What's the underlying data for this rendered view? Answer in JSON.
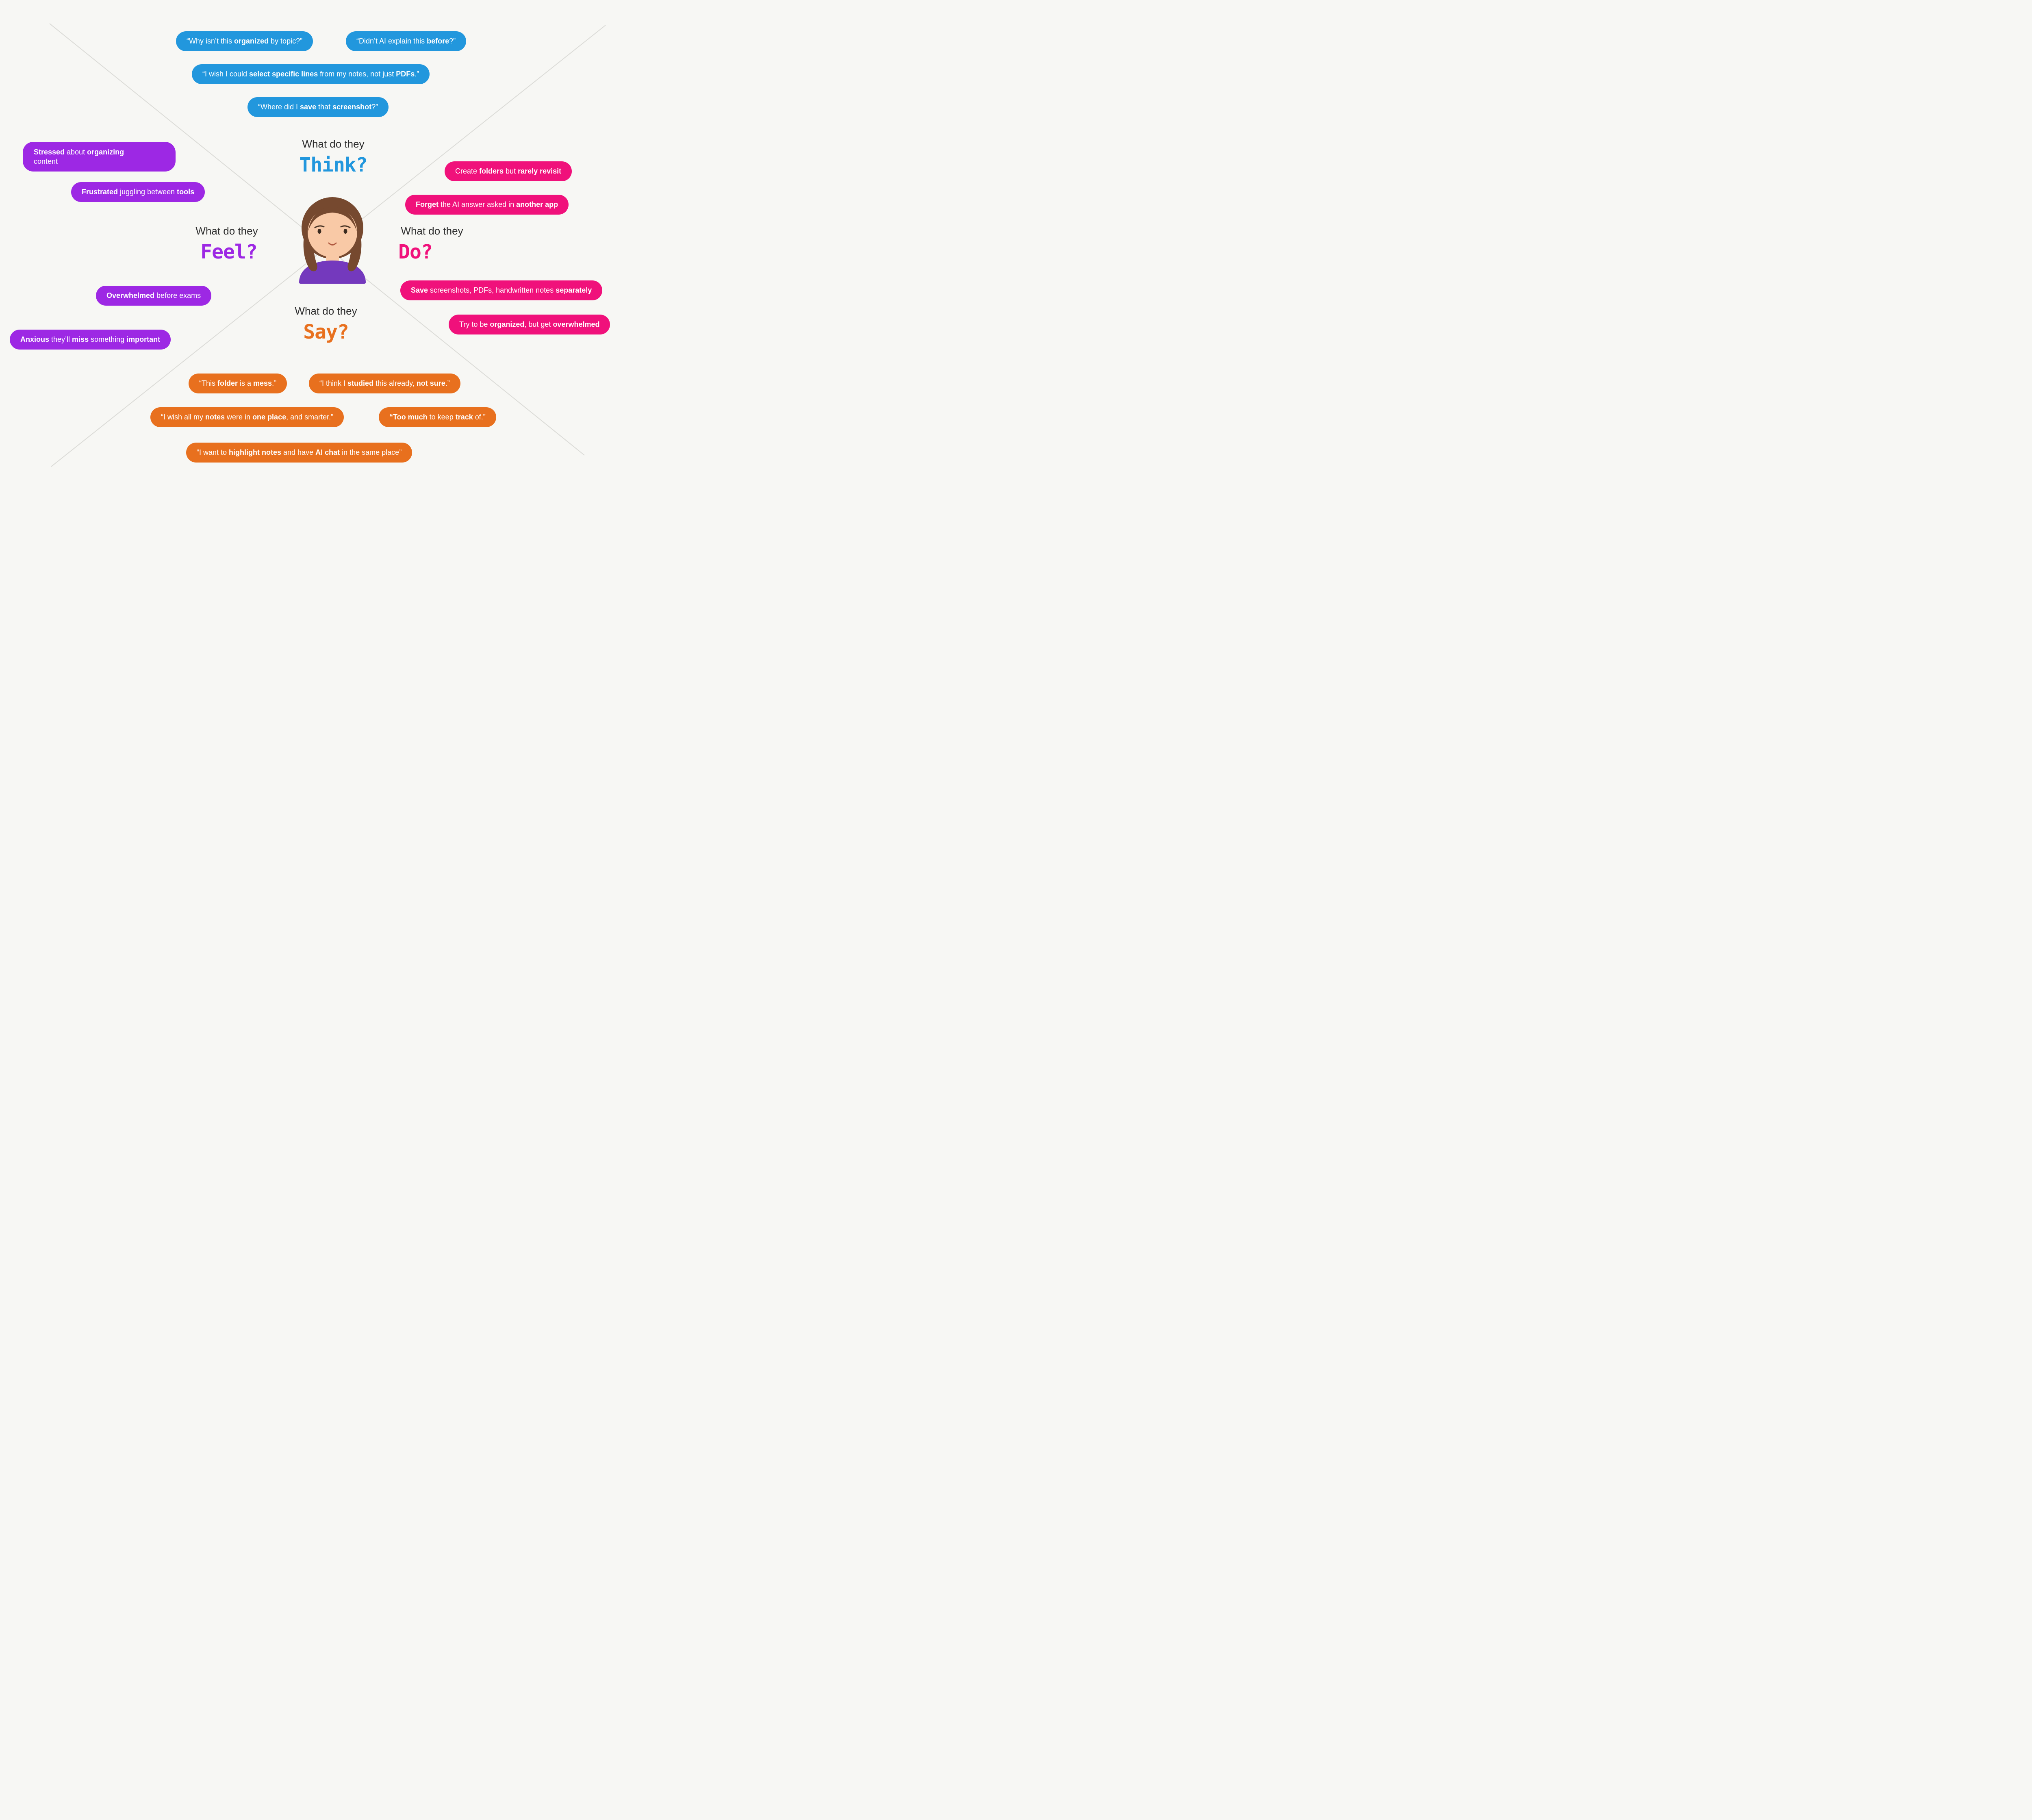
{
  "canvas": {
    "background": "#F7F7F4",
    "cross_line_color": "#DBDBD7"
  },
  "persona": {
    "colors": {
      "hair": "#76492F",
      "skin": "#F9C9A6",
      "top": "#7439BD",
      "eyes": "#3B2B20",
      "brow": "#4A3526",
      "smile": "#B05A41"
    }
  },
  "quadrants": {
    "think": {
      "label_small": "What do they",
      "label_big": "Think?",
      "color": "#2297DD",
      "pills": [
        "“Why isn’t this **organized** by topic?”",
        "“Didn’t AI explain this **before**?”",
        "“I wish I could **select specific lines** from my notes, not just **PDFs**.”",
        "“Where did I **save** that **screenshot**?”"
      ]
    },
    "feel": {
      "label_small": "What do they",
      "label_big": "Feel?",
      "color": "#9D28E4",
      "pills": [
        "**Stressed** about **organizing**\ncontent",
        "**Frustrated** juggling between **tools**",
        "**Overwhelmed** before exams",
        "**Anxious** they’ll **miss** something **important**"
      ]
    },
    "do": {
      "label_small": "What do they",
      "label_big": "Do?",
      "color": "#F0117B",
      "pills": [
        "Create **folders** but **rarely revisit**",
        "**Forget** the AI answer asked in **another app**",
        "**Save** screenshots, PDFs, handwritten notes **separately**",
        "Try to be **organized**, but get **overwhelmed**"
      ]
    },
    "say": {
      "label_small": "What do they",
      "label_big": "Say?",
      "color": "#E8701E",
      "pills": [
        "“This **folder** is a **mess**.”",
        "“I think I **studied** this already, **not sure**.”",
        "“I wish all my **notes** were in **one place**, and smarter.”",
        "**“Too much** to keep **track** of.”",
        "“I want to **highlight notes** and have **AI chat** in the same place”"
      ]
    }
  }
}
